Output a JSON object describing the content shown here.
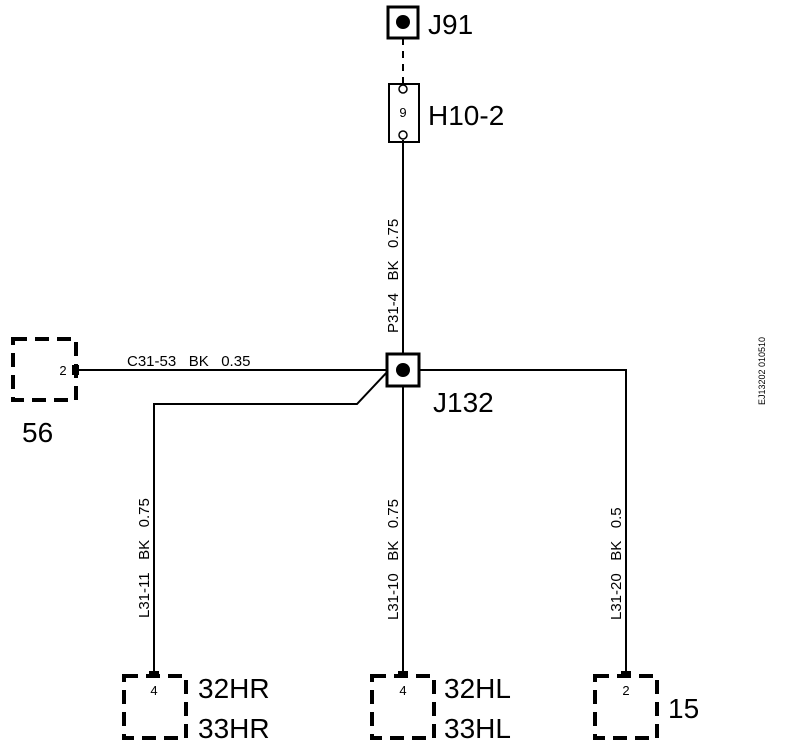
{
  "components": {
    "j91": "J91",
    "h10_2": "H10-2",
    "h10_2_pin": "9",
    "j132": "J132",
    "c56": "56",
    "c56_pin": "2",
    "c32hr_a": "32HR",
    "c32hr_b": "33HR",
    "c32hr_pin": "4",
    "c32hl_a": "32HL",
    "c32hl_b": "33HL",
    "c32hl_pin": "4",
    "c15": "15",
    "c15_pin": "2"
  },
  "wires": {
    "p31_4": "P31-4   BK   0.75",
    "c31_53": "C31-53   BK   0.35",
    "l31_11": "L31-11   BK   0.75",
    "l31_10": "L31-10   BK   0.75",
    "l31_20": "L31-20   BK   0.5"
  },
  "reference": "EJ13202 010510",
  "colors": {
    "line": "#000000",
    "background": "#ffffff"
  }
}
